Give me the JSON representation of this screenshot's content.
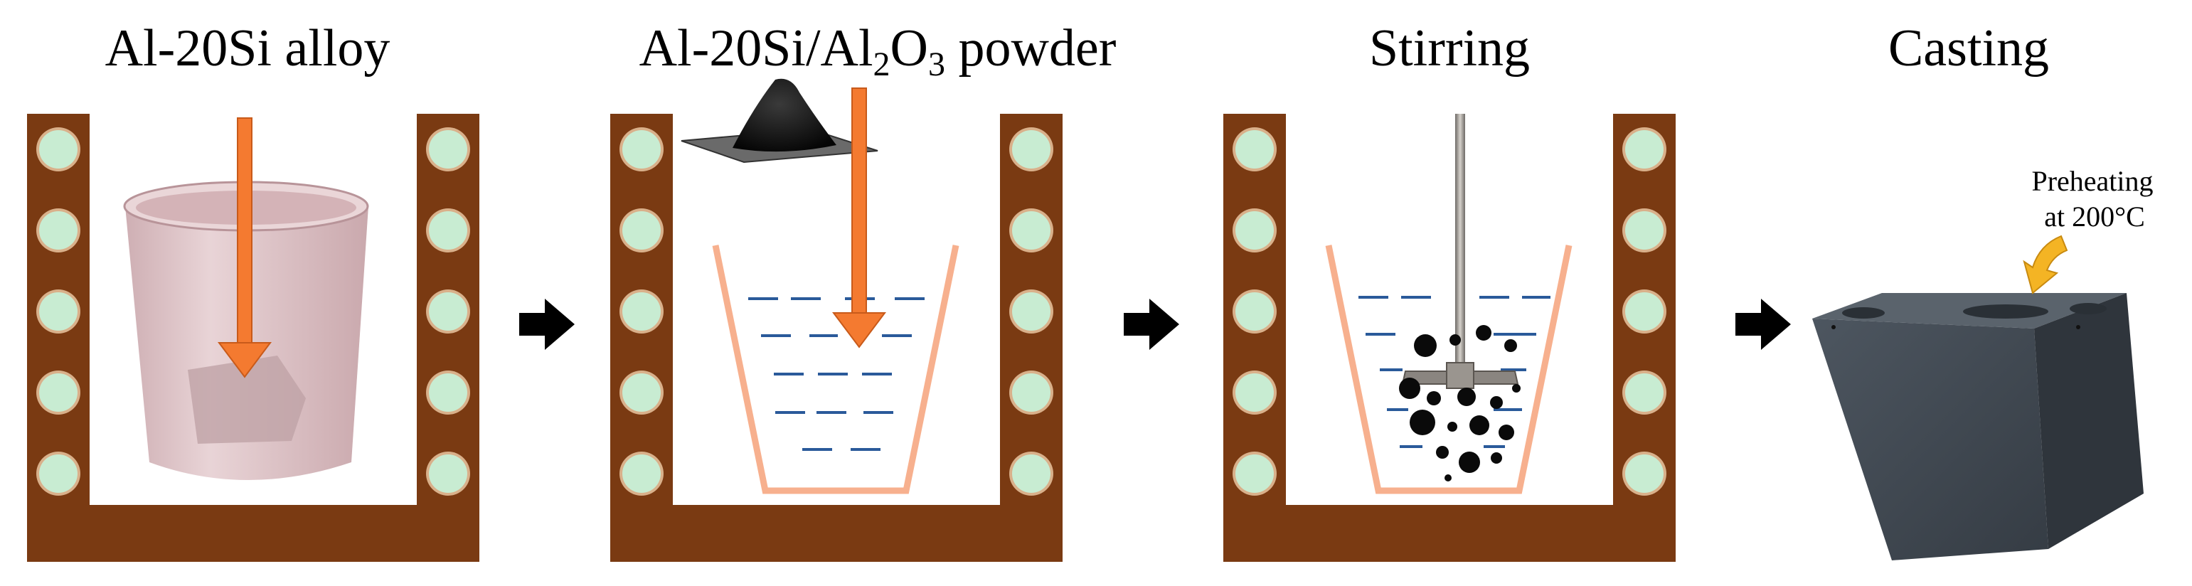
{
  "steps": [
    {
      "title": "Al-20Si alloy"
    },
    {
      "title_prefix": "Al-20Si/Al",
      "title_sub1": "2",
      "title_mid": "O",
      "title_sub2": "3",
      "title_suffix": " powder"
    },
    {
      "title": "Stirring"
    },
    {
      "title": "Casting"
    }
  ],
  "mold_note": {
    "line1": "Preheating",
    "line2": "at 200°C"
  },
  "colors": {
    "furnace_wall": "#7a3a12",
    "heater_fill": "#c8ecd2",
    "heater_ring": "#d9b08a",
    "arrow_orange": "#f47a30",
    "arrow_orange_edge": "#c85a1a",
    "crucible_outline": "#f7b08e",
    "melt_dash": "#2a5a9a",
    "cup_pink": "#d9b8bc",
    "mold_gray": "#3f4850",
    "curved_arrow": "#f4b424",
    "step_arrow": "#000000"
  },
  "icons": [
    "furnace-icon",
    "heater-coil-icon",
    "down-arrow-icon",
    "crucible-icon",
    "powder-pile-icon",
    "stirrer-icon",
    "particle-icon",
    "mold-icon",
    "curved-arrow-icon",
    "next-step-arrow-icon"
  ]
}
